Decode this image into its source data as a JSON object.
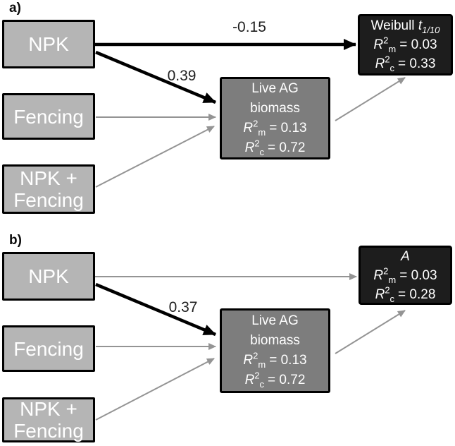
{
  "colors": {
    "predictor_fill": "#b5b5b5",
    "mediator_fill": "#7d7d7d",
    "response_fill": "#1d1d1d",
    "box_border": "#000000",
    "significant_path": "#000000",
    "nonsignificant_path": "#949494",
    "box_text": "#ffffff"
  },
  "panels": [
    {
      "label": "a)",
      "predictors": [
        {
          "label": "NPK"
        },
        {
          "label": "Fencing"
        },
        {
          "label": "NPK + Fencing"
        }
      ],
      "mediator": {
        "line1": "Live AG",
        "line2": "biomass",
        "stats": [
          {
            "sym": "R",
            "sup": "2",
            "sub": "m",
            "rest": "= 0.13"
          },
          {
            "sym": "R",
            "sup": "2",
            "sub": "c",
            "rest": "= 0.72"
          }
        ]
      },
      "response": {
        "title_prefix": "Weibull ",
        "title_var": "t",
        "title_sub": "1/10",
        "stats": [
          {
            "sym": "R",
            "sup": "2",
            "sub": "m",
            "rest": "= 0.03"
          },
          {
            "sym": "R",
            "sup": "2",
            "sub": "c",
            "rest": "= 0.33"
          }
        ]
      },
      "path_labels": {
        "npk_to_response": "-0.15",
        "npk_to_mediator": "0.39"
      }
    },
    {
      "label": "b)",
      "predictors": [
        {
          "label": "NPK"
        },
        {
          "label": "Fencing"
        },
        {
          "label": "NPK + Fencing"
        }
      ],
      "mediator": {
        "line1": "Live AG",
        "line2": "biomass",
        "stats": [
          {
            "sym": "R",
            "sup": "2",
            "sub": "m",
            "rest": "= 0.13"
          },
          {
            "sym": "R",
            "sup": "2",
            "sub": "c",
            "rest": "= 0.72"
          }
        ]
      },
      "response": {
        "title_prefix": "",
        "title_var": "A",
        "title_sub": "",
        "stats": [
          {
            "sym": "R",
            "sup": "2",
            "sub": "m",
            "rest": "= 0.03"
          },
          {
            "sym": "R",
            "sup": "2",
            "sub": "c",
            "rest": "= 0.28"
          }
        ]
      },
      "path_labels": {
        "npk_to_mediator": "0.37"
      }
    }
  ]
}
